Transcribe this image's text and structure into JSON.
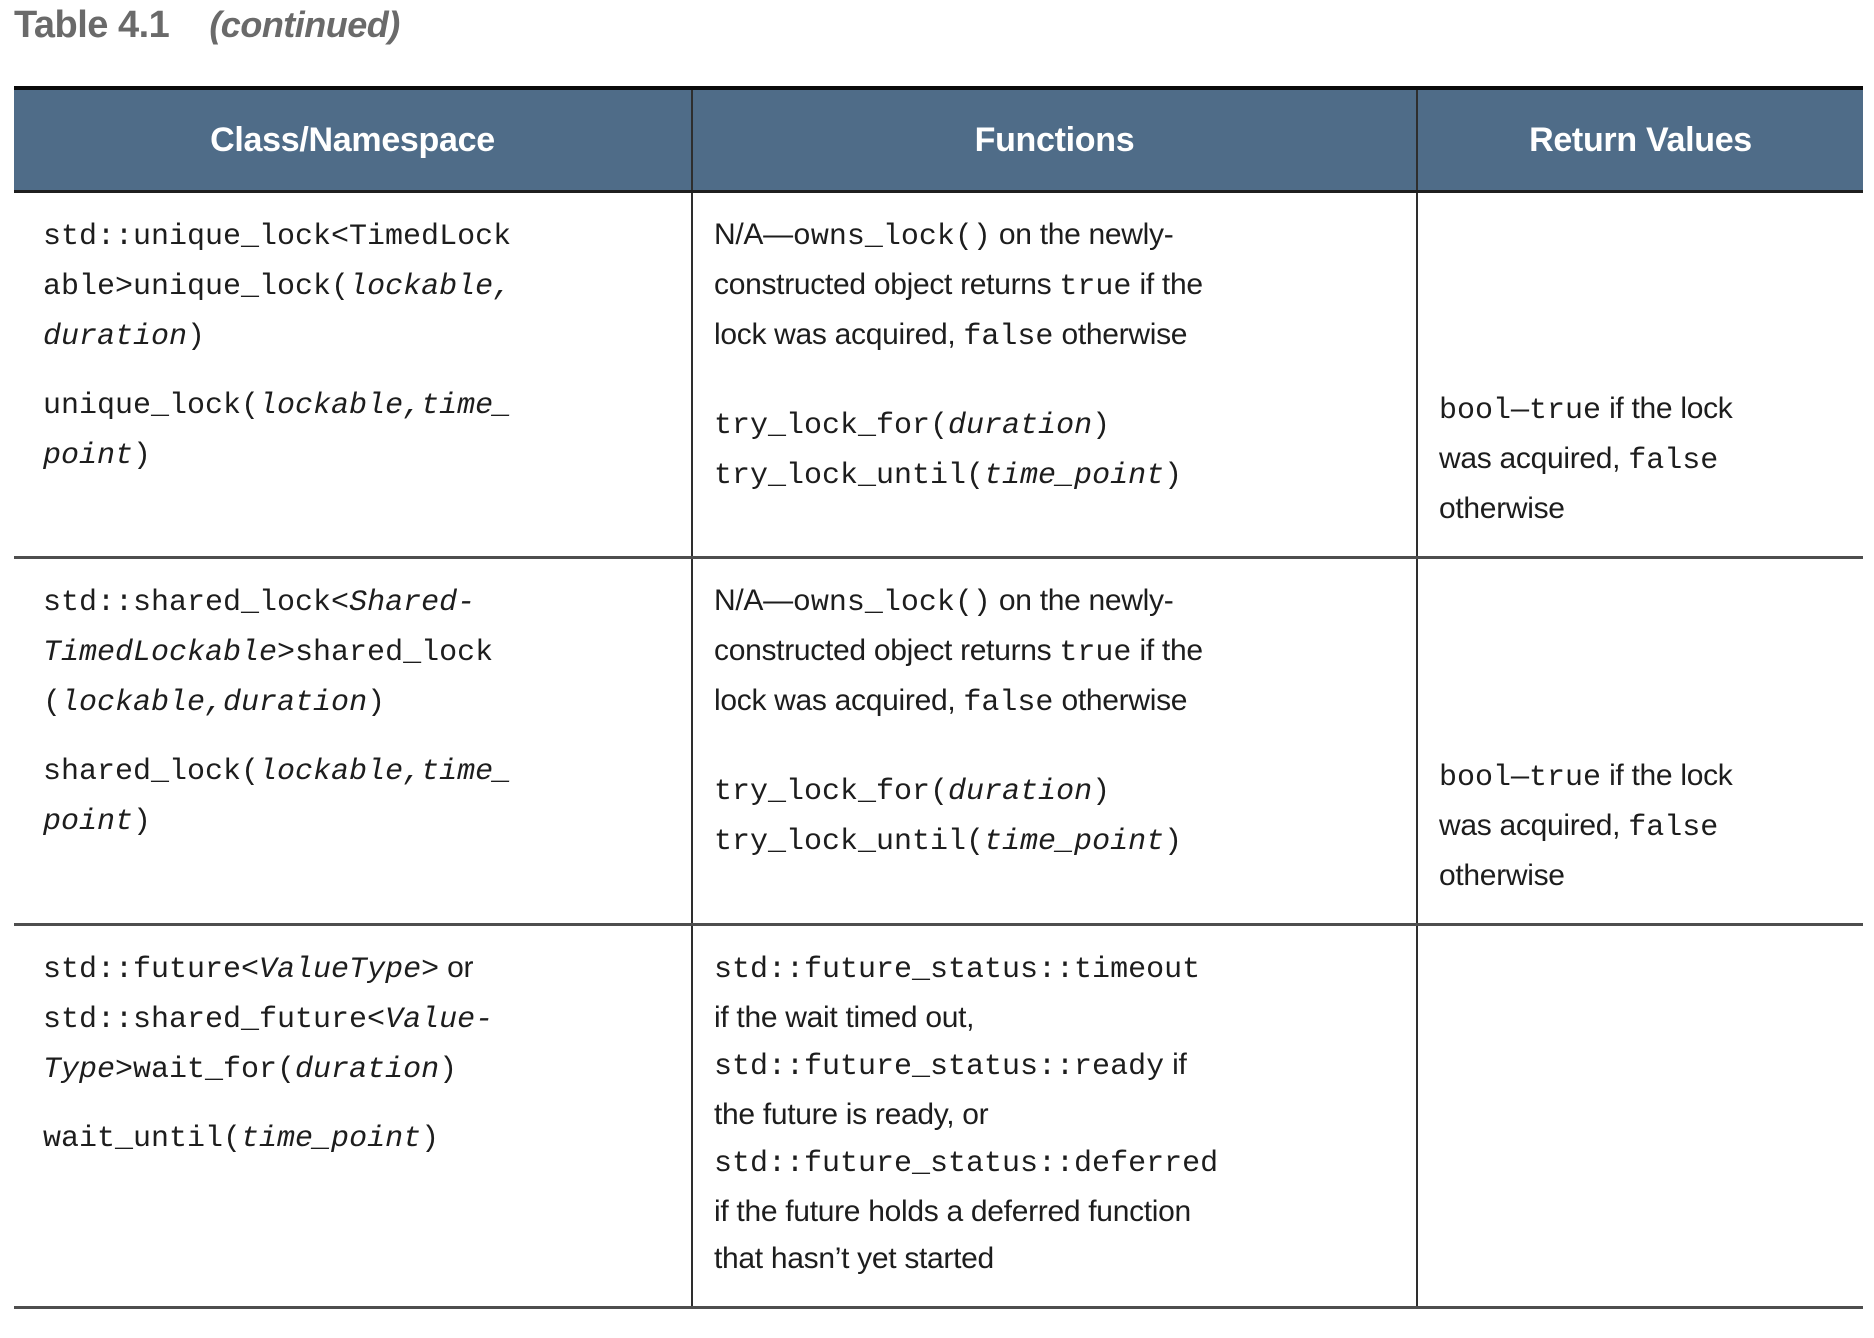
{
  "caption": {
    "label": "Table 4.1",
    "continued": "(continued)"
  },
  "colors": {
    "header_bg": "#4f6c88",
    "header_text": "#ffffff",
    "title_text": "#6a6a6a",
    "body_text": "#1d1d1d"
  },
  "header": {
    "columns": [
      "Class/Namespace",
      "Functions",
      "Return Values"
    ]
  },
  "rows": [
    {
      "class_namespace": [
        [
          {
            "t": "std::unique_lock<TimedLock\nable>unique_lock(",
            "s": "m"
          },
          {
            "t": "lockable,\nduration",
            "s": "mi"
          },
          {
            "t": ")",
            "s": "m"
          }
        ],
        [
          {
            "t": "unique_lock(",
            "s": "m"
          },
          {
            "t": "lockable,time_\npoint",
            "s": "mi"
          },
          {
            "t": ")",
            "s": "m"
          }
        ]
      ],
      "functions": [
        [
          {
            "t": "N/A—",
            "s": "s"
          },
          {
            "t": "owns_lock()",
            "s": "m"
          },
          {
            "t": " on the newly-\nconstructed object returns ",
            "s": "s"
          },
          {
            "t": "true",
            "s": "m"
          },
          {
            "t": " if the\nlock was acquired, ",
            "s": "s"
          },
          {
            "t": "false",
            "s": "m"
          },
          {
            "t": " otherwise",
            "s": "s"
          }
        ],
        [
          {
            "t": "try_lock_for(",
            "s": "m"
          },
          {
            "t": "duration",
            "s": "mi"
          },
          {
            "t": ")\ntry_lock_until(",
            "s": "m"
          },
          {
            "t": "time_point",
            "s": "mi"
          },
          {
            "t": ")",
            "s": "m"
          }
        ]
      ],
      "return_values": [
        [
          {
            "t": "bool—true",
            "s": "m"
          },
          {
            "t": " if the lock\nwas acquired, ",
            "s": "s"
          },
          {
            "t": "false",
            "s": "m"
          },
          {
            "t": "\notherwise",
            "s": "s"
          }
        ]
      ]
    },
    {
      "class_namespace": [
        [
          {
            "t": "std::shared_lock<",
            "s": "m"
          },
          {
            "t": "Shared-\nTimedLockable",
            "s": "mi"
          },
          {
            "t": ">shared_lock\n(",
            "s": "m"
          },
          {
            "t": "lockable,duration",
            "s": "mi"
          },
          {
            "t": ")",
            "s": "m"
          }
        ],
        [
          {
            "t": "shared_lock(",
            "s": "m"
          },
          {
            "t": "lockable,time_\npoint",
            "s": "mi"
          },
          {
            "t": ")",
            "s": "m"
          }
        ]
      ],
      "functions": [
        [
          {
            "t": "N/A—",
            "s": "s"
          },
          {
            "t": "owns_lock()",
            "s": "m"
          },
          {
            "t": " on the newly-\nconstructed object returns ",
            "s": "s"
          },
          {
            "t": "true",
            "s": "m"
          },
          {
            "t": " if the\nlock was acquired, ",
            "s": "s"
          },
          {
            "t": "false",
            "s": "m"
          },
          {
            "t": " otherwise",
            "s": "s"
          }
        ],
        [
          {
            "t": "try_lock_for(",
            "s": "m"
          },
          {
            "t": "duration",
            "s": "mi"
          },
          {
            "t": ")\ntry_lock_until(",
            "s": "m"
          },
          {
            "t": "time_point",
            "s": "mi"
          },
          {
            "t": ")",
            "s": "m"
          }
        ]
      ],
      "return_values": [
        [
          {
            "t": "bool—true",
            "s": "m"
          },
          {
            "t": " if the lock\nwas acquired, ",
            "s": "s"
          },
          {
            "t": "false",
            "s": "m"
          },
          {
            "t": "\notherwise",
            "s": "s"
          }
        ]
      ]
    },
    {
      "class_namespace": [
        [
          {
            "t": "std::future<",
            "s": "m"
          },
          {
            "t": "ValueType",
            "s": "mi"
          },
          {
            "t": ">",
            "s": "m"
          },
          {
            "t": " or\n",
            "s": "s"
          },
          {
            "t": "std::shared_future<",
            "s": "m"
          },
          {
            "t": "Value-\nType",
            "s": "mi"
          },
          {
            "t": ">wait_for(",
            "s": "m"
          },
          {
            "t": "duration",
            "s": "mi"
          },
          {
            "t": ")",
            "s": "m"
          }
        ],
        [
          {
            "t": "wait_until(",
            "s": "m"
          },
          {
            "t": "time_point",
            "s": "mi"
          },
          {
            "t": ")",
            "s": "m"
          }
        ]
      ],
      "functions": [
        [
          {
            "t": "std::future_status::timeout",
            "s": "m"
          },
          {
            "t": "\nif the wait timed out,\n",
            "s": "s"
          },
          {
            "t": "std::future_status::ready",
            "s": "m"
          },
          {
            "t": " if\nthe future is ready, or\n",
            "s": "s"
          },
          {
            "t": "std::future_status::deferred",
            "s": "m"
          },
          {
            "t": "\nif the future holds a deferred function\nthat hasn’t yet started",
            "s": "s"
          }
        ]
      ],
      "return_values": []
    }
  ]
}
